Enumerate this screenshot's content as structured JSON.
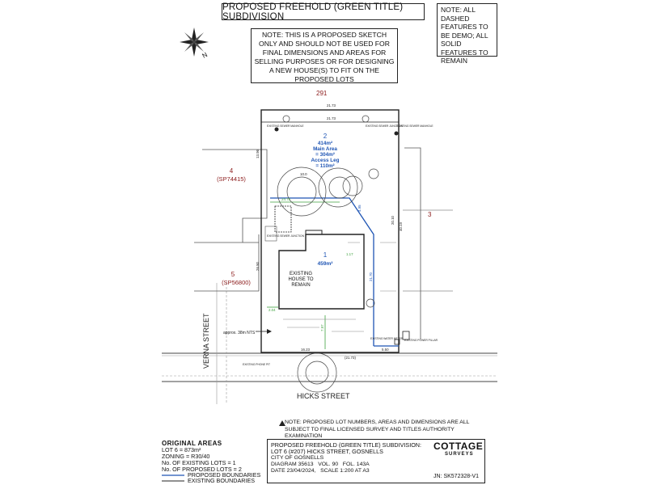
{
  "header": {
    "title": "PROPOSED FREEHOLD (GREEN TITLE) SUBDIVISION",
    "note": "NOTE: THIS IS A PROPOSED SKETCH ONLY AND SHOULD NOT BE USED FOR FINAL DIMENSIONS AND AREAS FOR SELLING PURPOSES OR FOR DESIGNING A NEW HOUSE(S) TO FIT ON THE PROPOSED LOTS",
    "legend_note": "NOTE: ALL DASHED FEATURES TO BE DEMO; ALL SOLID FEATURES TO REMAIN"
  },
  "plan": {
    "north": "N",
    "lot_291": "291",
    "lot_4": "4",
    "lot_4_plan": "(SP74415)",
    "lot_5": "5",
    "lot_5_plan": "(SP56800)",
    "lot_3": "3",
    "lot2_number": "2",
    "lot2_area": "414m²",
    "lot2_main": "Main Area",
    "lot2_main_area": "= 304m²",
    "lot2_access": "Access Leg",
    "lot2_access_area": "= 110m²",
    "lot1_number": "1",
    "lot1_area": "459m²",
    "house_line1": "EXISTING",
    "house_line2": "HOUSE TO",
    "house_line3": "REMAIN",
    "existing_sewer_manhole": "EXISTING SEWER MANHOLE",
    "existing_sewer_junction_top": "EXISTING SEWER JUNCTION",
    "existing_sewer_manhole_right": "EXISTING SEWER MANHOLE",
    "existing_sewer_junction_left": "EXISTING SEWER JUNCTION",
    "existing_water_meter": "EXISTING WATER METER",
    "existing_power_pillar": "EXISTING POWER PILLAR",
    "existing_phone_pit": "EXISTING PHONE PIT",
    "approx": "approx. 38m NTS",
    "verna_street": "VERNA STREET",
    "hicks_street": "HICKS STREET",
    "dim_top": "21.73",
    "dim_top_inner": "21.73",
    "dim_left_upper": "13.96",
    "dim_left_lower": "26.50",
    "dim_right_upper": "20.10",
    "dim_right_lower": "40.19",
    "dim_bottom": "16.23",
    "dim_bottom_total": "(21.73)",
    "dim_leg": "5.50",
    "dim_green1": "24.73",
    "dim_green2": "2.04",
    "dim_green3": "7.97",
    "dim_green4": "1.17",
    "dim_blue1": "4.95",
    "dim_blue2": "21.70",
    "tree_label": "10.0"
  },
  "disclaimer": "NOTE: PROPOSED LOT NUMBERS, AREAS AND DIMENSIONS ARE ALL SUBJECT TO FINAL LICENSED SURVEY AND TITLES AUTHORITY EXAMINATION",
  "original_areas": {
    "heading": "ORIGINAL AREAS",
    "lines": [
      "LOT 6 = 873m²",
      "ZONING = R30/40",
      "No. OF EXISTING LOTS = 1",
      "No. OF PROPOSED LOTS = 2"
    ]
  },
  "boundary_legend": {
    "proposed": "PROPOSED BOUNDARIES",
    "existing": "EXISTING BOUNDARIES"
  },
  "title_block": {
    "line1": "PROPOSED FREEHOLD (GREEN TITLE) SUBDIVISION:",
    "line2": "LOT 6 (#207) HICKS STREET, GOSNELLS",
    "line3": "CITY OF GOSNELLS",
    "diagram": "DIAGRAM 35613",
    "vol": "VOL. 90",
    "fol": "FOL. 143A",
    "date": "DATE 23/04/2024,",
    "scale": "SCALE 1:200 AT A3"
  },
  "logo": {
    "big": "COTTAGE",
    "small": "SURVEYS"
  },
  "job_number": "JN: SK572328-V1",
  "colors": {
    "ink": "#222222",
    "proposed": "#1f55b4",
    "dim_green": "#3fa23f",
    "label_red": "#8b1a1a"
  }
}
